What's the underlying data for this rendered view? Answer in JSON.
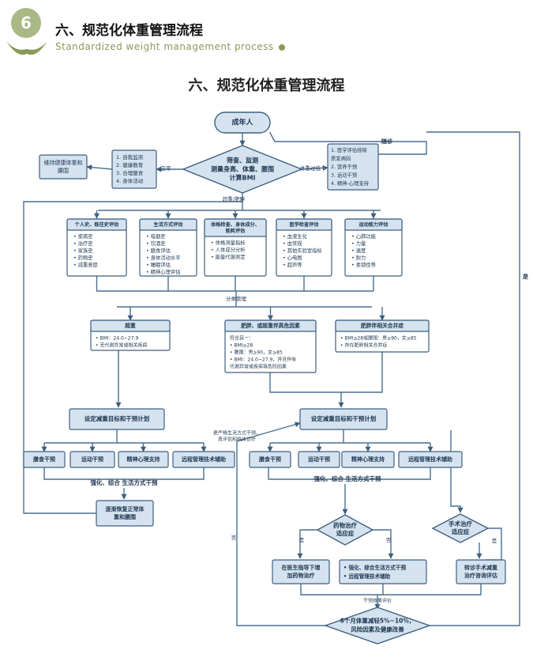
{
  "header": {
    "badge_number": "6",
    "title": "六、规范化体重管理流程",
    "subtitle": "Standardized weight management process"
  },
  "diagram": {
    "title": "六、规范化体重管理流程",
    "start": "成年人",
    "screen": [
      "筛查、监测",
      "测量身高、体重、腰围",
      "计算BMI"
    ],
    "normal_label": "正常",
    "left_box": [
      "1. 自我监测",
      "2. 健康教育",
      "3. 合理膳食",
      "4. 身体活动"
    ],
    "maintain": [
      "维持健康体重和",
      "腰围"
    ],
    "underweight_label": "体重过低",
    "right_box": [
      "1. 医学评估排除",
      "原发病因",
      "2. 营养干预",
      "3. 运动干预",
      "4. 精神-心理支持"
    ],
    "follow_label": "随诊",
    "overweight_label": "超重/肥胖",
    "assessments": [
      {
        "title": [
          "个人史、既往史评估"
        ],
        "items": [
          "疾病史",
          "治疗史",
          "家族史",
          "药物史",
          "减重意愿"
        ]
      },
      {
        "title": [
          "生活方式评估"
        ],
        "items": [
          "吸烟史",
          "饮酒史",
          "膳食评估",
          "身体活动水平",
          "睡眠评估",
          "精神心理评估"
        ]
      },
      {
        "title": [
          "体格检查、身体成分、",
          "能耗评估"
        ],
        "items": [
          "体格测量指标",
          "人体成分分析",
          "能量代谢测定"
        ]
      },
      {
        "title": [
          "医学检查评估"
        ],
        "items": [
          "血液生化",
          "血常规",
          "其他实验室指标",
          "心电图",
          "超声等"
        ]
      },
      {
        "title": [
          "运动能力评估"
        ],
        "items": [
          "心肺功能",
          "力量",
          "速度",
          "耐力",
          "柔韧性等"
        ]
      }
    ],
    "classify_label": "分类管理",
    "categories": [
      {
        "title": "超重",
        "items": [
          "BMI：24.0~27.9",
          "无代谢异常或相关疾病"
        ]
      },
      {
        "title": "肥胖、或超重伴高危因素",
        "items": [
          "符合其一：",
          "BMI≥28",
          "腰围：男≥90，女≥85",
          "BMI：24.0~27.9，并且伴有",
          "代谢异常或疾病等危险因素"
        ]
      },
      {
        "title": "肥胖伴相关合并症",
        "items": [
          "BMI≥28或腰围：男≥90，女≥85",
          "存在肥胖相关合并症"
        ]
      }
    ],
    "plan": "设定减重目标和干预计划",
    "interventions": [
      "膳食干预",
      "运动干预",
      "精神心理支持",
      "远程管理技术辅助"
    ],
    "strengthen": "强化、综合 生活方式干预",
    "recover": [
      "逐渐恢复正常体",
      "重和腰围"
    ],
    "stricter": [
      "更严格生活方式干预，",
      "再评估和临床诊疗"
    ],
    "drug": [
      "药物治疗",
      "适应症"
    ],
    "surgery": [
      "手术治疗",
      "适应症"
    ],
    "yes": "是",
    "no": "否",
    "drug_yes": [
      "在医生指导下增",
      "加药物治疗"
    ],
    "drug_no": [
      "强化、综合生活方式干预",
      "远程管理技术辅助"
    ],
    "surgery_yes": [
      "转诊手术减重",
      "治疗咨询评估"
    ],
    "evaluation_label": "干预效果评价",
    "final": [
      "6个月体重减轻5%~10%，",
      "风险因素及健康改善"
    ]
  }
}
